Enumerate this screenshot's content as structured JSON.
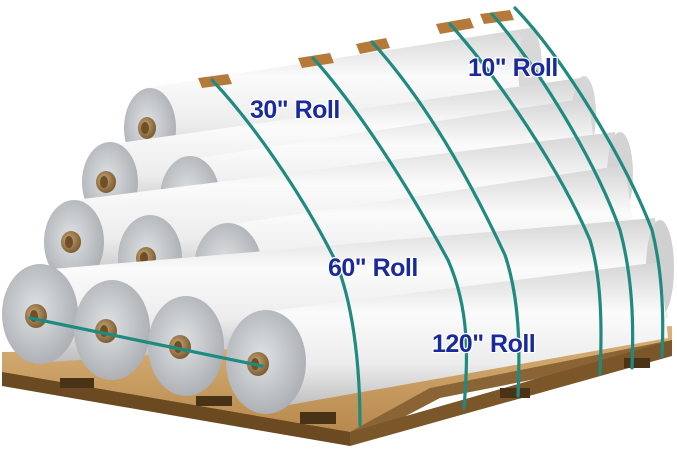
{
  "labels": {
    "roll_10": "10\" Roll",
    "roll_30": "30\" Roll",
    "roll_60": "60\" Roll",
    "roll_120": "120\" Roll"
  },
  "colors": {
    "roll_body": "#f2f2f2",
    "roll_shade": "#c9c9c9",
    "roll_face": "#b8bcc0",
    "core": "#a8895a",
    "strap": "#1f8a80",
    "pallet_top": "#c8a063",
    "pallet_dark": "#6b4a22",
    "label_text": "#1a2a9a"
  },
  "icons": {
    "pallet": "wooden-pallet",
    "roll": "paper-roll",
    "strap": "banding-strap"
  }
}
